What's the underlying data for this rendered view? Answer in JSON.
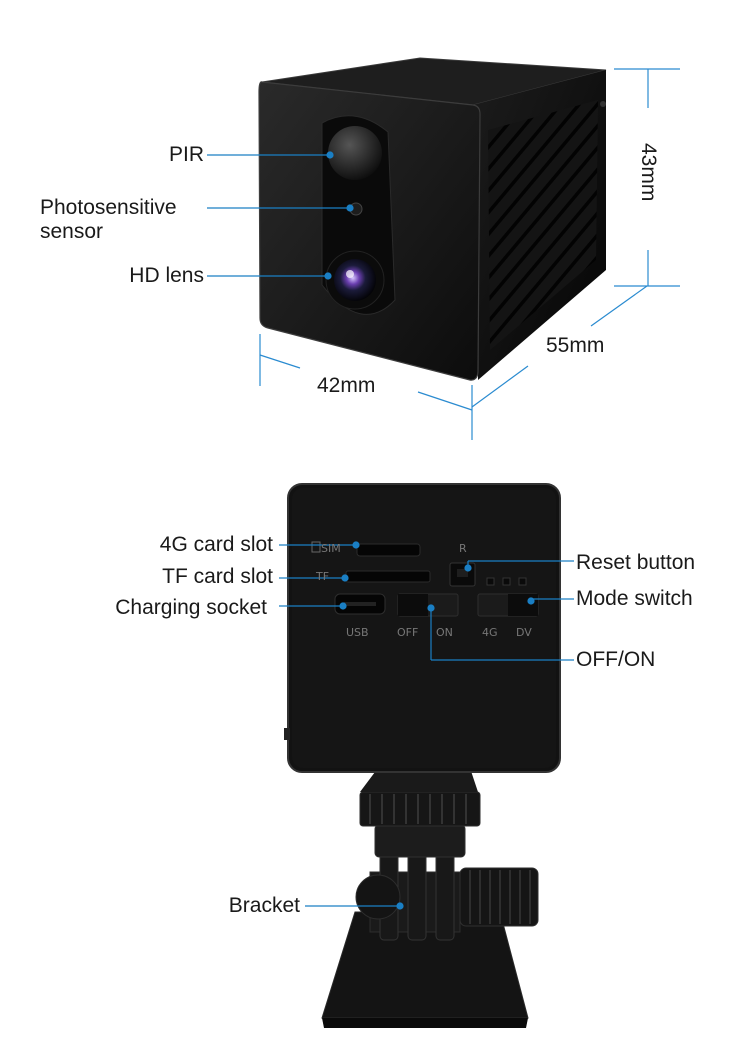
{
  "top_view": {
    "labels": {
      "pir": "PIR",
      "photosensitive_line1": "Photosensitive",
      "photosensitive_line2": "sensor",
      "hd_lens": "HD lens"
    },
    "dimensions": {
      "height": "43mm",
      "depth": "55mm",
      "width": "42mm"
    }
  },
  "bottom_view": {
    "labels": {
      "card_4g": "4G card slot",
      "tf_card": "TF card slot",
      "charging": "Charging socket",
      "reset": "Reset button",
      "mode": "Mode switch",
      "offon": "OFF/ON",
      "bracket": "Bracket"
    },
    "panel_text": {
      "sim": "SIM",
      "tf": "TF",
      "r": "R",
      "usb": "USB",
      "off": "OFF",
      "on": "ON",
      "g4": "4G",
      "dv": "DV"
    }
  },
  "colors": {
    "callout_line": "#1a7fc4",
    "dimension_line": "#2a8bd0",
    "device_body": "#111111"
  }
}
